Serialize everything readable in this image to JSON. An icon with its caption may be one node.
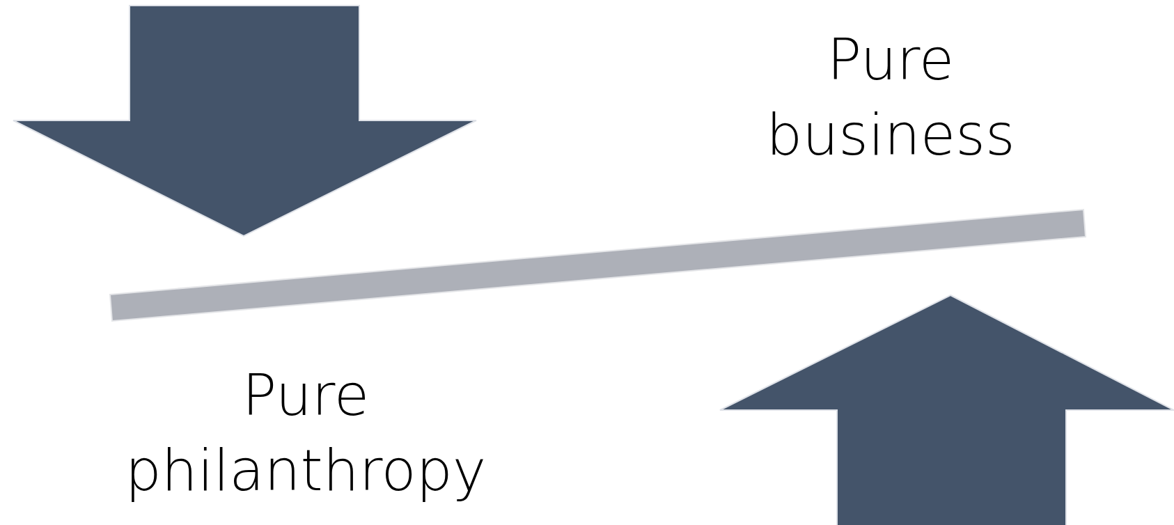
{
  "diagram": {
    "nodes": [
      {
        "text": [],
        "shape": "bar"
      }
    ],
    "labels": [
      "Pure business",
      "Pure philanthropy"
    ]
  }
}
